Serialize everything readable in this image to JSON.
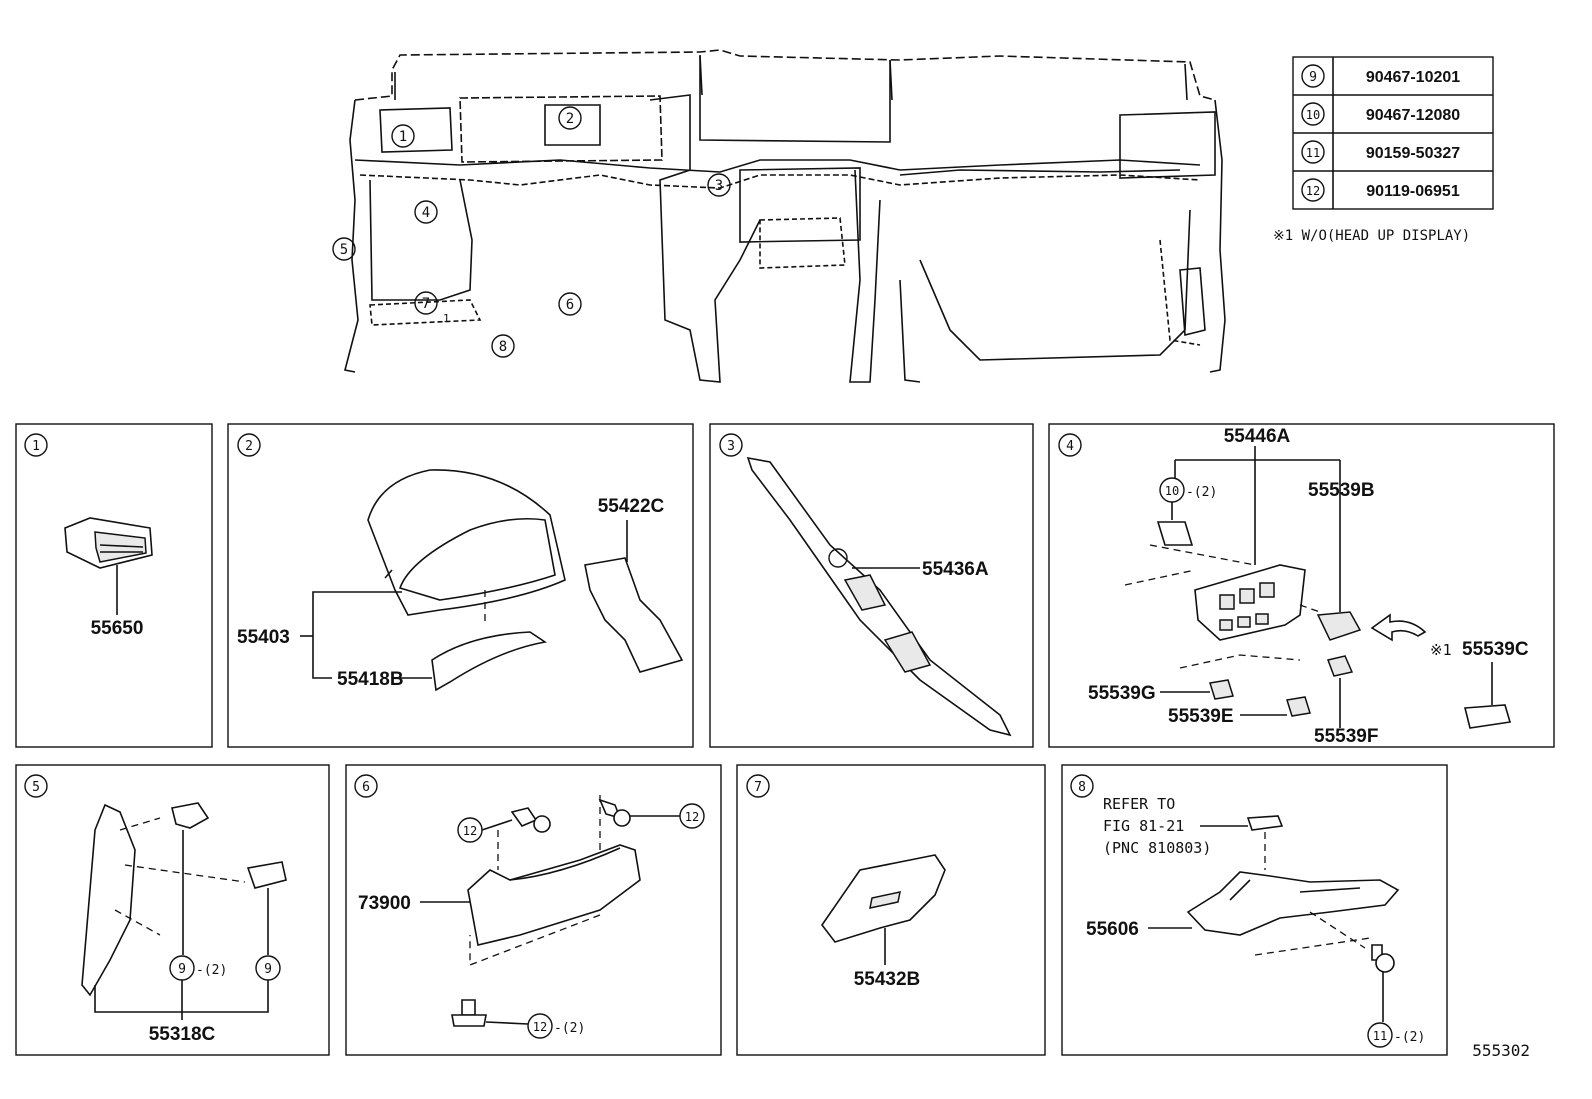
{
  "fasteners": [
    {
      "ref": "9",
      "part": "90467-10201"
    },
    {
      "ref": "10",
      "part": "90467-12080"
    },
    {
      "ref": "11",
      "part": "90159-50327"
    },
    {
      "ref": "12",
      "part": "90119-06951"
    }
  ],
  "note": "※1 W/O(HEAD UP DISPLAY)",
  "overview_refs": [
    "1",
    "2",
    "3",
    "4",
    "5",
    "6",
    "7",
    "8"
  ],
  "overview_note_mark": "1",
  "panels": {
    "p1": {
      "ref": "1",
      "parts": [
        "55650"
      ]
    },
    "p2": {
      "ref": "2",
      "parts": [
        "55422C",
        "55403",
        "55418B"
      ]
    },
    "p3": {
      "ref": "3",
      "parts": [
        "55436A"
      ]
    },
    "p4": {
      "ref": "4",
      "parts": [
        "55446A",
        "55539B",
        "※1",
        "55539C",
        "55539G",
        "55539E",
        "55539F"
      ],
      "fastener": "10",
      "qty": "-(2)"
    },
    "p5": {
      "ref": "5",
      "parts": [
        "55318C"
      ],
      "fastener": "9",
      "qty": "-(2)"
    },
    "p6": {
      "ref": "6",
      "parts": [
        "73900"
      ],
      "fastener": "12",
      "qty": "-(2)"
    },
    "p7": {
      "ref": "7",
      "parts": [
        "55432B"
      ]
    },
    "p8": {
      "ref": "8",
      "parts": [
        "55606"
      ],
      "refer": [
        "REFER TO",
        "FIG 81-21",
        "(PNC 810803)"
      ],
      "fastener": "11",
      "qty": "-(2)"
    }
  },
  "figure_id": "555302"
}
